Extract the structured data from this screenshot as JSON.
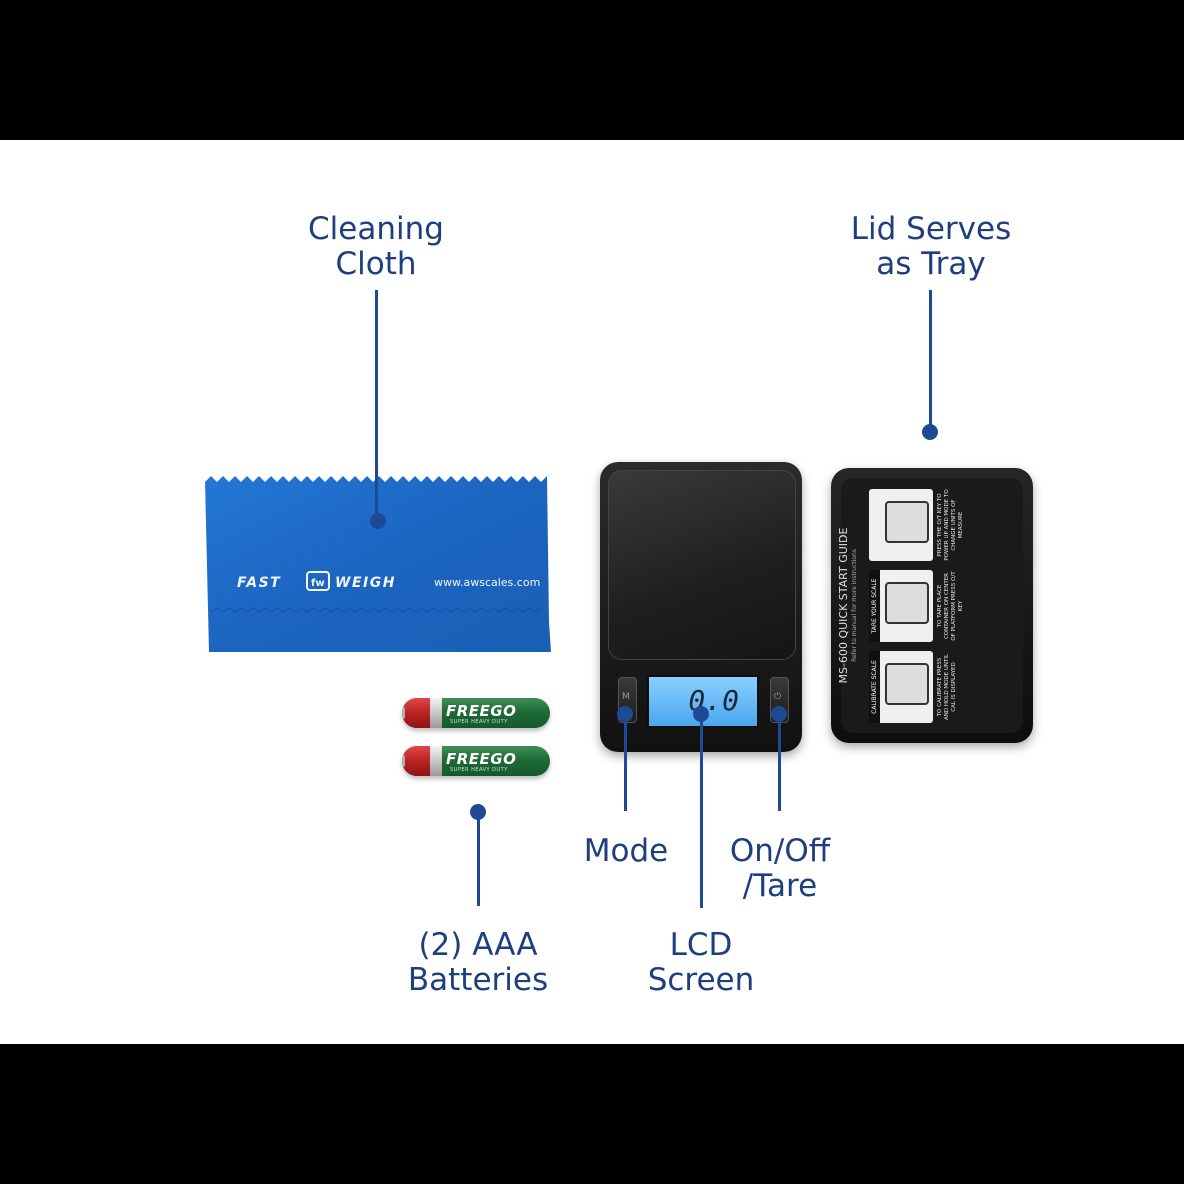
{
  "labels": {
    "cleaning_cloth": [
      "Cleaning",
      "Cloth"
    ],
    "lid_tray": [
      "Lid Serves",
      "as Tray"
    ],
    "mode": "Mode",
    "on_off": [
      "On/Off",
      "/Tare"
    ],
    "batteries": [
      "(2) AAA",
      "Batteries"
    ],
    "lcd": [
      "LCD",
      "Screen"
    ]
  },
  "cloth": {
    "brand_left": "FAST",
    "brand_right": "WEIGH",
    "website": "www.awscales.com"
  },
  "batteries": {
    "brand": "FREEGO",
    "sub": "SUPER HEAVY DUTY"
  },
  "scale": {
    "display": "0.0",
    "mode_key": "M",
    "tare_key": "⏻"
  },
  "lid": {
    "guide_title": "MS-600 QUICK START GUIDE",
    "guide_sub": "Refer to manual for more instructions",
    "steps": [
      {
        "tab": "CALIBRATE SCALE",
        "text": "TO CALIBRATE PRESS AND HOLD MODE UNTIL CAL IS DISPLAYED"
      },
      {
        "tab": "TARE YOUR SCALE",
        "text": "TO TARE PLACE CONTAINER ON CENTER OF PLATFORM PRESS O/T KEY"
      },
      {
        "tab": "",
        "text": "PRESS THE O/T KEY TO POWER UP AND MODE TO CHANGE UNITS OF MEASURE"
      }
    ]
  },
  "colors": {
    "label": "#1e3f7d",
    "line": "#1e4a95",
    "cloth": "#1e66c2"
  }
}
